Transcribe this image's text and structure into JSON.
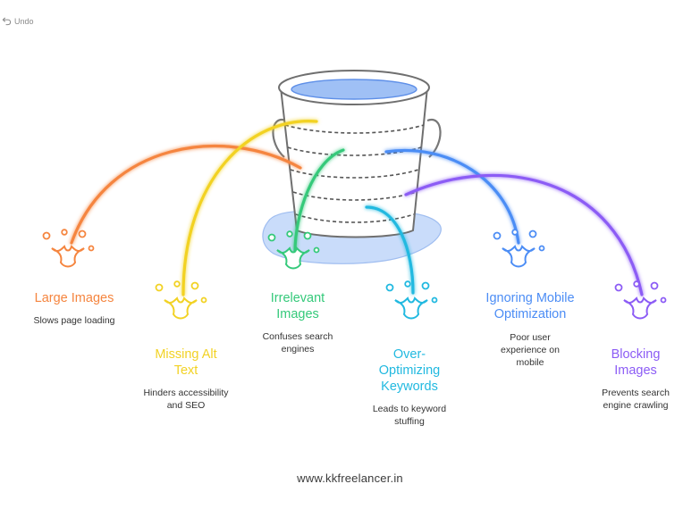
{
  "toolbar": {
    "undo_label": "Undo",
    "undo_icon": "undo-arrow-icon"
  },
  "footer": {
    "text": "www.kkfreelancer.in"
  },
  "colors": {
    "large_images": "#F5853F",
    "missing_alt": "#F2D224",
    "irrelevant": "#34C97A",
    "over_optimizing": "#21B9E0",
    "mobile": "#4C8DF5",
    "blocking": "#8C5CF5",
    "bucket_stroke": "#6f6f6f",
    "water": "#a8c8f5"
  },
  "items": [
    {
      "key": "large_images",
      "label": "Large Images",
      "desc": "Slows page loading"
    },
    {
      "key": "missing_alt",
      "label": "Missing Alt\nText",
      "desc": "Hinders accessibility\nand SEO"
    },
    {
      "key": "irrelevant",
      "label": "Irrelevant\nImages",
      "desc": "Confuses search\nengines"
    },
    {
      "key": "over_optimizing",
      "label": "Over-\nOptimizing\nKeywords",
      "desc": "Leads to keyword\nstuffing"
    },
    {
      "key": "mobile",
      "label": "Ignoring Mobile\nOptimization",
      "desc": "Poor user\nexperience on\nmobile"
    },
    {
      "key": "blocking",
      "label": "Blocking\nImages",
      "desc": "Prevents search\nengine crawling"
    }
  ]
}
